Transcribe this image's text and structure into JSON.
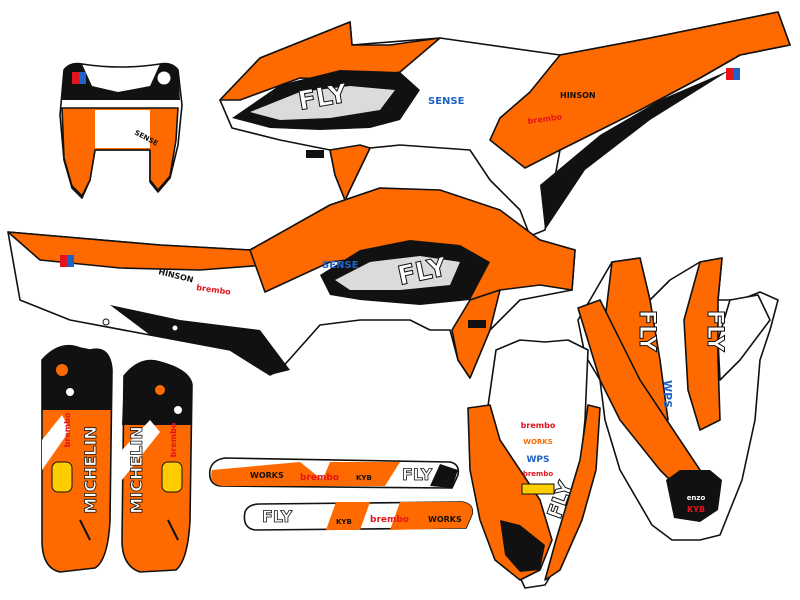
{
  "colors": {
    "orange": "#ff6a00",
    "black": "#111111",
    "white": "#ffffff",
    "blue": "#1e63c8",
    "red": "#e3141b",
    "yellow": "#ffcc00",
    "gray": "#bdbdbd"
  },
  "icons": [
    "shield-logo-icon",
    "fly-logo-icon",
    "slash-logo-icon"
  ],
  "labels": {
    "hinson": "HINSON",
    "fly": "FLY",
    "sense": "SENSE",
    "michelin": "MICHELIN",
    "brembo": "brembo",
    "works": "WORKS",
    "wp": "WPS",
    "kyb": "KYB",
    "enzo": "enzo"
  }
}
